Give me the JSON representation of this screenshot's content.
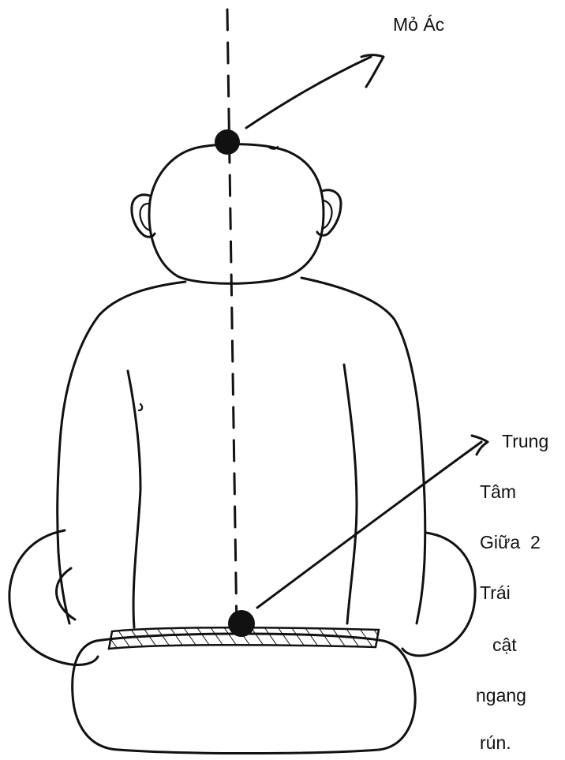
{
  "labels": {
    "top_point": "Mỏ Ác",
    "lower_point": [
      "Trung",
      "Tâm",
      "Giữa  2",
      "Trái",
      "cật",
      "ngang",
      "rún."
    ]
  },
  "colors": {
    "ink": "#111111",
    "background": "#ffffff"
  }
}
